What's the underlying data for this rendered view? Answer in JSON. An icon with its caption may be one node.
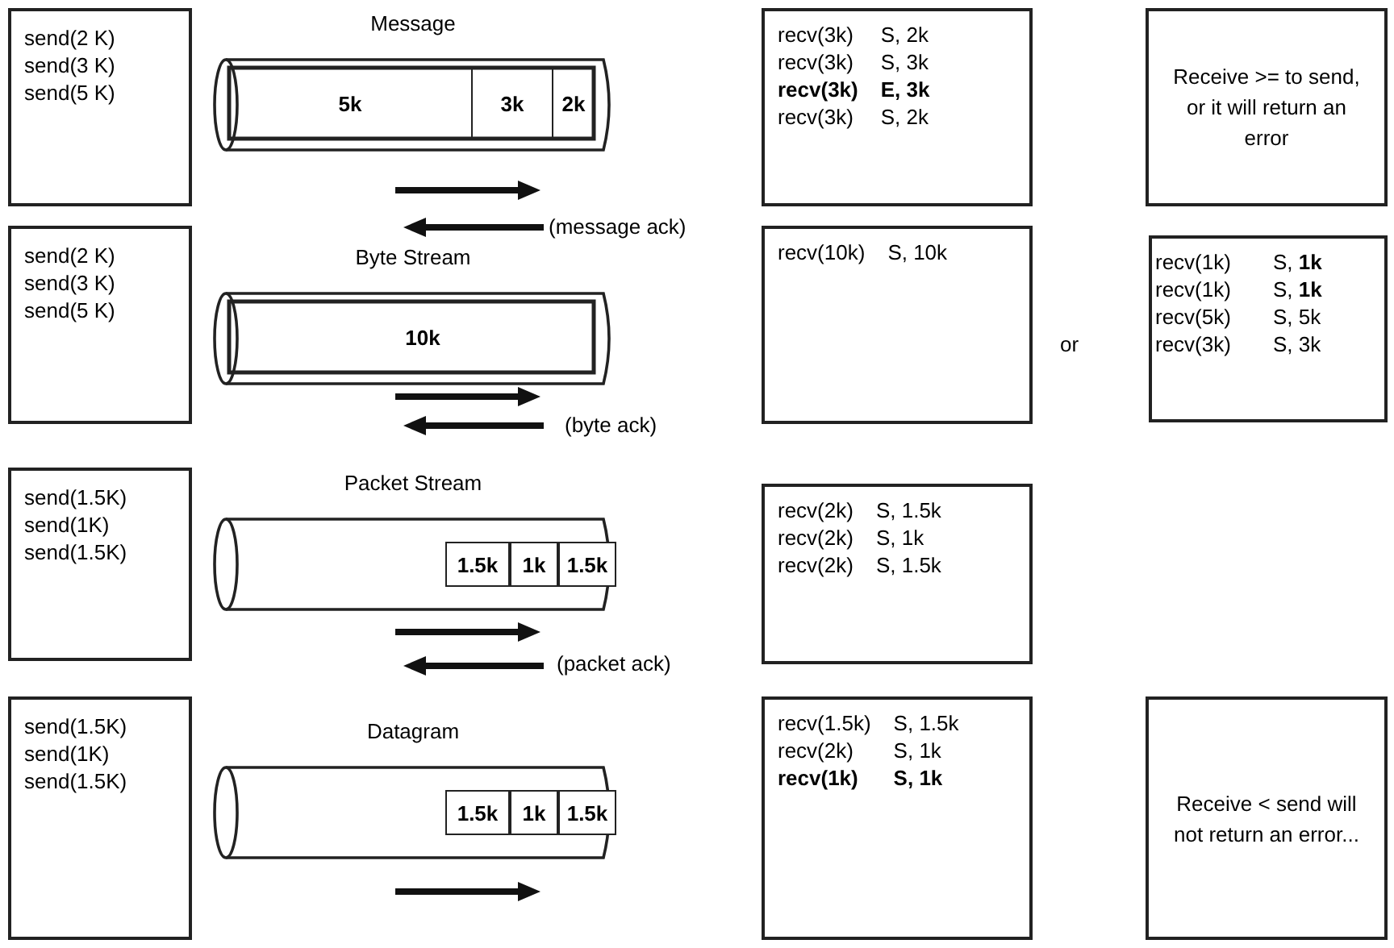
{
  "diagram": {
    "nodes": [
      {
        "text": [
          "send(2 K)",
          "send(3 K)",
          "send(5 K)"
        ]
      },
      {
        "text": [
          "Message"
        ]
      },
      {
        "text": [
          "5k"
        ],
        "in": 1
      },
      {
        "text": [
          "3k"
        ],
        "in": 1
      },
      {
        "text": [
          "2k"
        ],
        "in": 1
      },
      {
        "text": [
          "recv(3k)",
          "S, 2k",
          "recv(3k)",
          "S, 3k",
          "**recv(3k)**",
          "**E, 3k**",
          "recv(3k)",
          "S, 2k"
        ]
      },
      {
        "text": [
          "Receive >= to send, or it will return an error"
        ]
      },
      {
        "text": [
          "send(2 K)",
          "send(3 K)",
          "send(5 K)"
        ]
      },
      {
        "text": [
          "Byte Stream"
        ]
      },
      {
        "text": [
          "10k"
        ],
        "in": 8
      },
      {
        "text": [
          "recv(10k)",
          "S, 10k"
        ]
      },
      {
        "text": [
          "recv(1k)",
          "S, **1k**",
          "recv(1k)",
          "S, **1k**",
          "recv(5k)",
          "S, 5k",
          "recv(3k)",
          "S, 3k"
        ]
      },
      {
        "text": [
          "send(1.5K)",
          "send(1K)",
          "send(1.5K)"
        ]
      },
      {
        "text": [
          "Packet Stream"
        ]
      },
      {
        "text": [
          "1.5k"
        ],
        "in": 13
      },
      {
        "text": [
          "1k"
        ],
        "in": 13
      },
      {
        "text": [
          "1.5k"
        ],
        "in": 13
      },
      {
        "text": [
          "recv(2k)",
          "S, 1.5k",
          "recv(2k)",
          "S, 1k",
          "recv(2k)",
          "S, 1.5k"
        ]
      },
      {
        "text": [
          "send(1.5K)",
          "send(1K)",
          "send(1.5K)"
        ]
      },
      {
        "text": [
          "Datagram"
        ]
      },
      {
        "text": [
          "1.5k"
        ],
        "in": 19
      },
      {
        "text": [
          "1k"
        ],
        "in": 19
      },
      {
        "text": [
          "1.5k"
        ],
        "in": 19
      },
      {
        "text": [
          "recv(1.5k)",
          "S, 1.5k",
          "recv(2k)",
          "S, 1k",
          "**recv(1k)**",
          "**S, 1k**"
        ]
      },
      {
        "text": [
          "Receive < send will not return an error..."
        ]
      }
    ],
    "labels": [
      "(message ack)",
      "(byte ack)",
      "or",
      "(packet ack)"
    ]
  }
}
